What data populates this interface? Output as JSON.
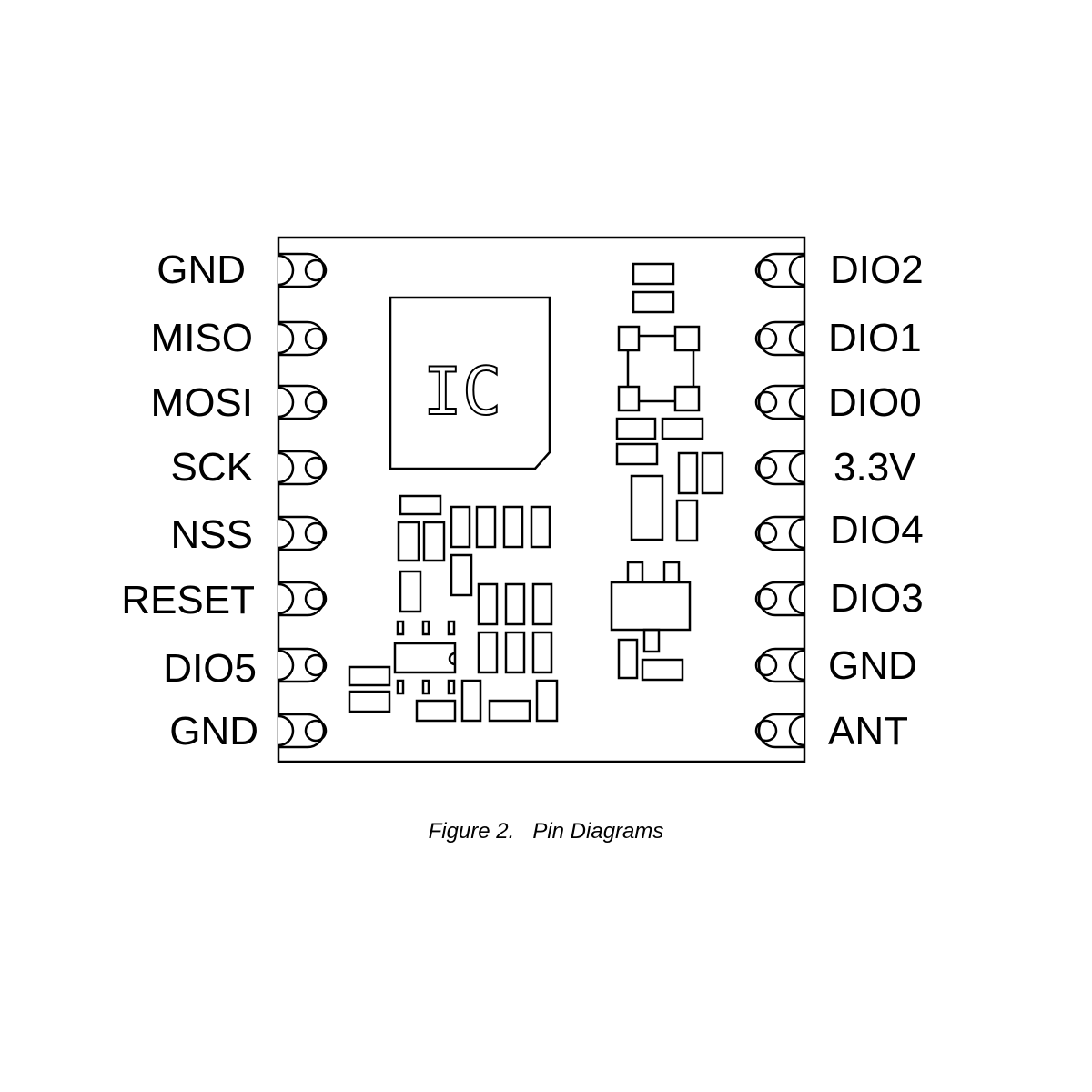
{
  "module": {
    "ic_label": "IC"
  },
  "left_pins": [
    {
      "label": "GND"
    },
    {
      "label": "MISO"
    },
    {
      "label": "MOSI"
    },
    {
      "label": "SCK"
    },
    {
      "label": "NSS"
    },
    {
      "label": "RESET"
    },
    {
      "label": "DIO5"
    },
    {
      "label": "GND"
    }
  ],
  "right_pins": [
    {
      "label": "DIO2"
    },
    {
      "label": "DIO1"
    },
    {
      "label": "DIO0"
    },
    {
      "label": "3.3V"
    },
    {
      "label": "DIO4"
    },
    {
      "label": "DIO3"
    },
    {
      "label": "GND"
    },
    {
      "label": "ANT"
    }
  ],
  "caption": {
    "text": "Figure 2.   Pin Diagrams"
  },
  "colors": {
    "line": "#000000",
    "background": "#ffffff"
  }
}
